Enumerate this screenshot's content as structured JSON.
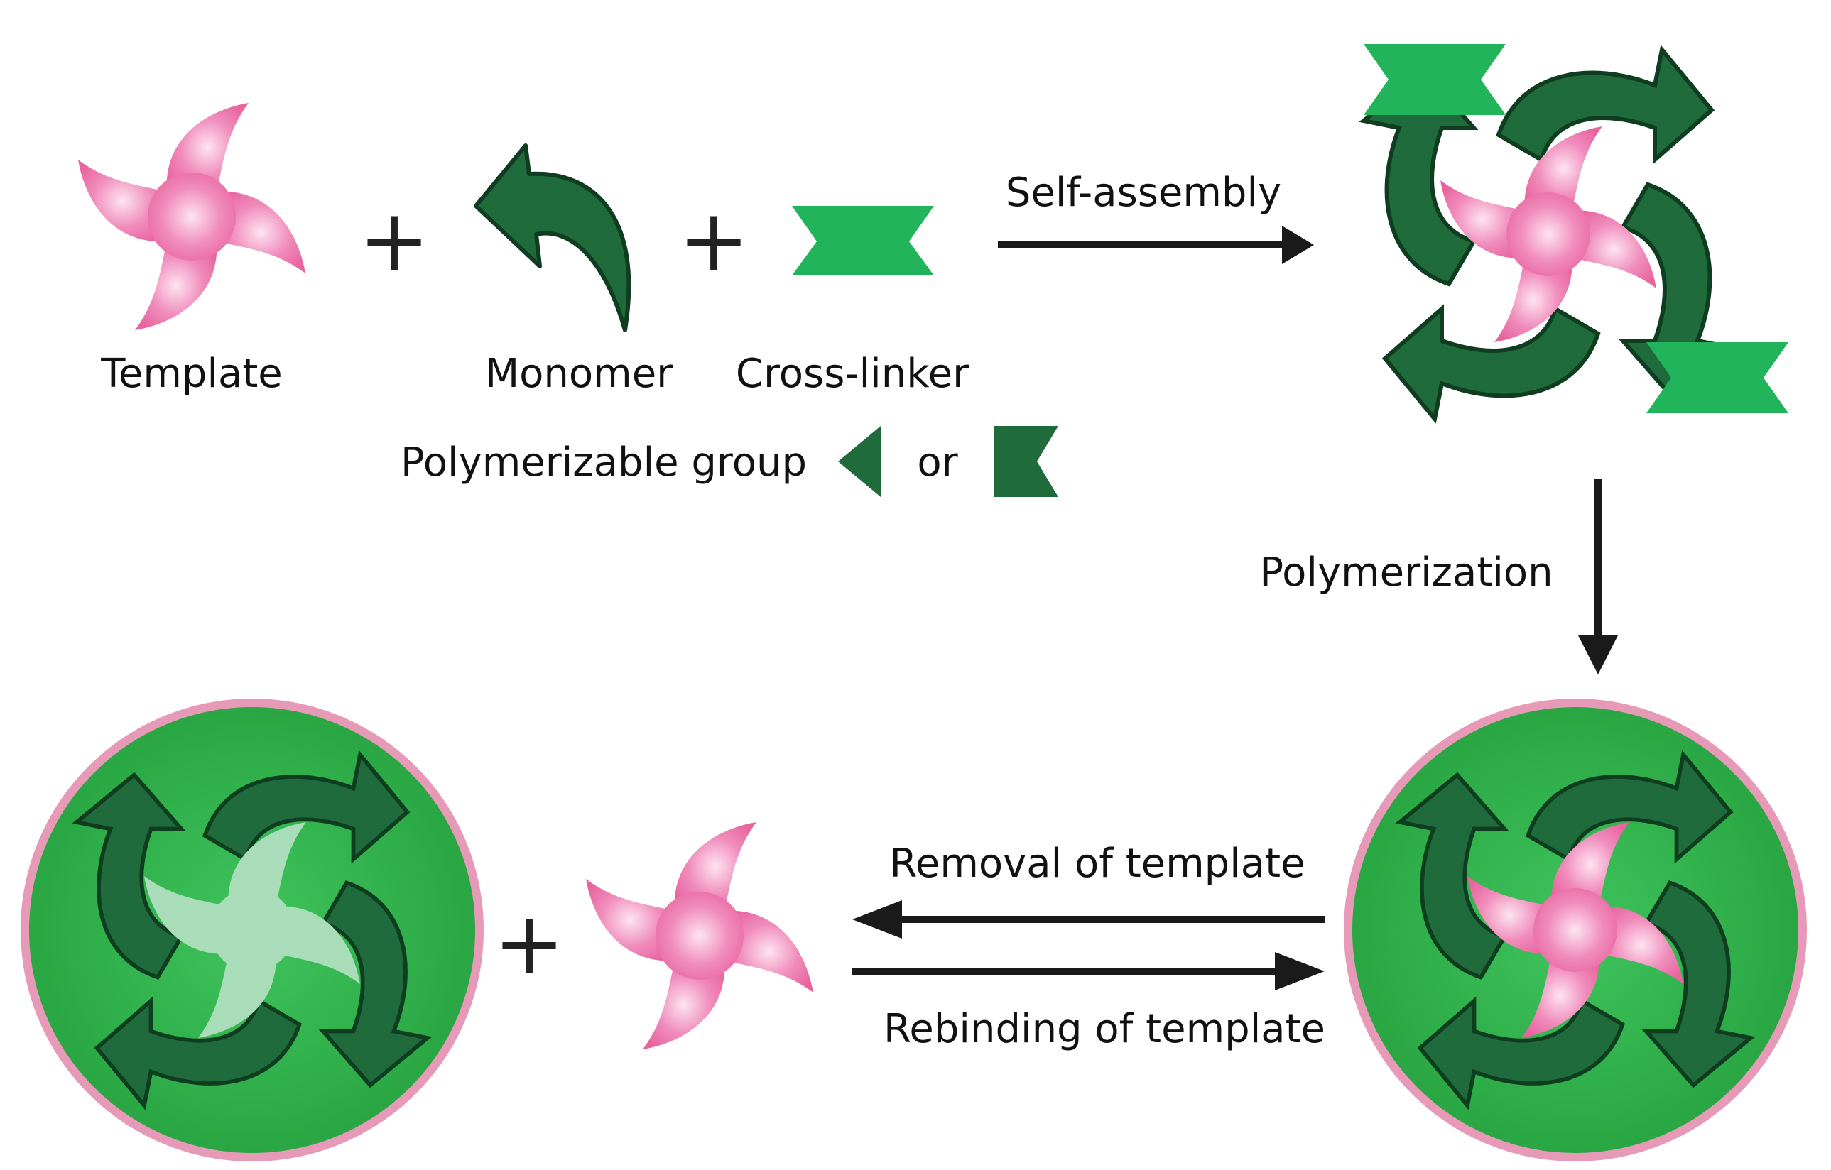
{
  "labels": {
    "template": "Template",
    "monomer": "Monomer",
    "cross_linker": "Cross-linker",
    "polymerizable_group": "Polymerizable group",
    "or": "or",
    "self_assembly": "Self-assembly",
    "polymerization": "Polymerization",
    "removal": "Removal of template",
    "rebinding": "Rebinding of template",
    "plus": "+"
  },
  "colors": {
    "template_pink": "#e8649f",
    "template_center": "#fde4f0",
    "monomer_dark_green": "#1f6b3c",
    "crosslinker_green": "#21b45a",
    "polymer_green": "#2fae4a",
    "polymer_rim_pink": "#e79ab8",
    "cavity_light_green": "#a9dcb8",
    "arrow_black": "#1a1a1a"
  }
}
